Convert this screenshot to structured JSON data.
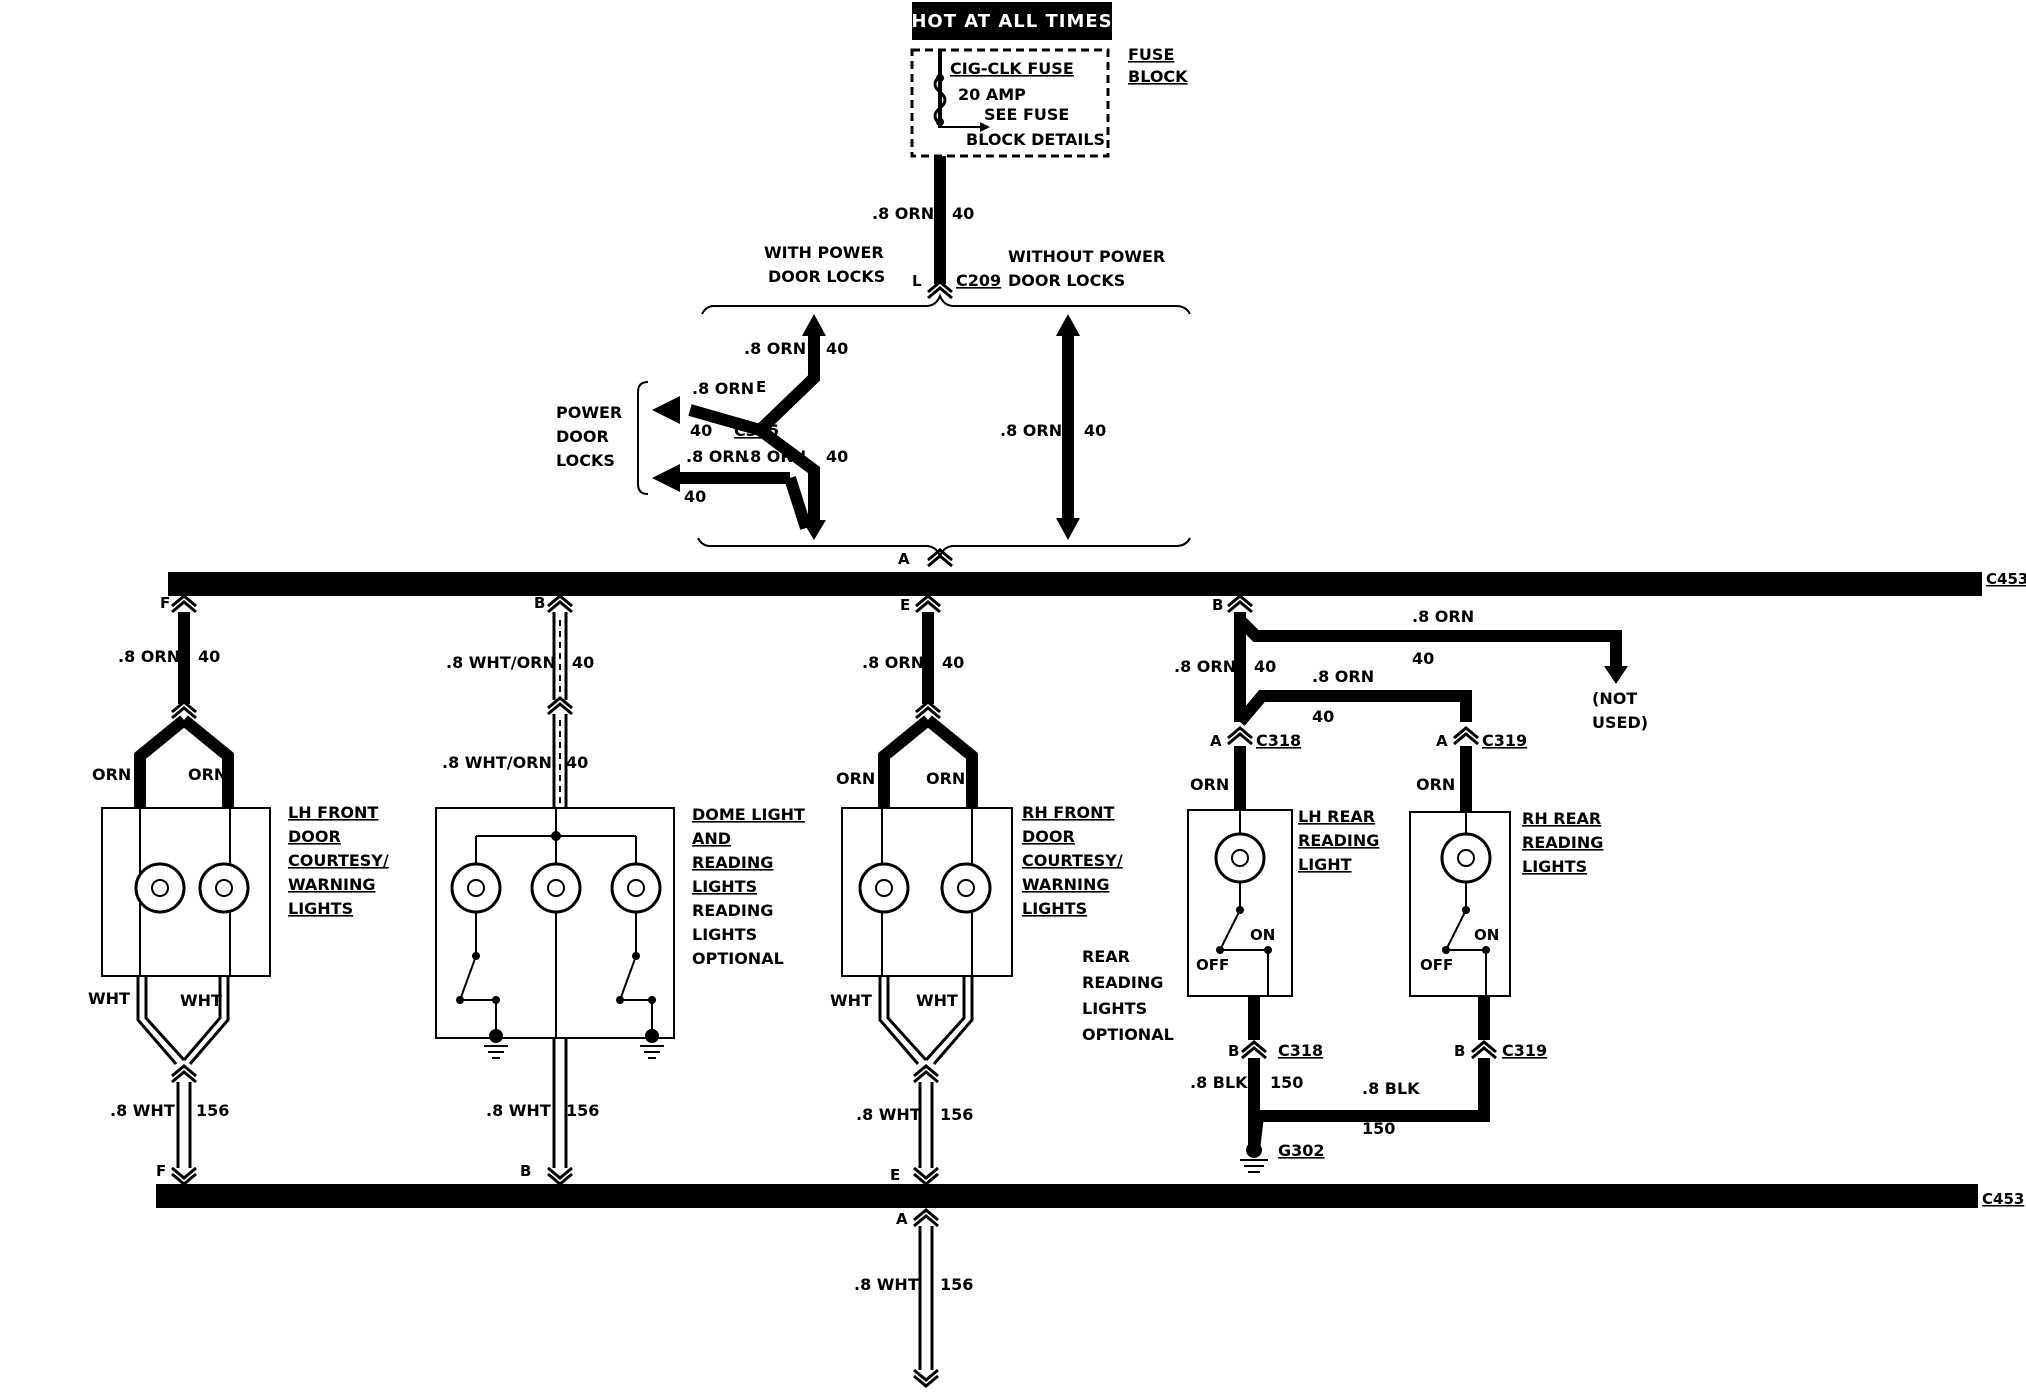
{
  "header": {
    "hot_label": "HOT AT ALL TIMES"
  },
  "fuse": {
    "name": "CIG-CLK FUSE",
    "rating": "20 AMP",
    "note_1": "SEE FUSE",
    "note_2": "BLOCK DETAILS",
    "block_1": "FUSE",
    "block_2": "BLOCK"
  },
  "feed": {
    "gauge": ".8 ORN",
    "circuit": "40",
    "connector": "C209",
    "pin": "L",
    "with_1": "WITH POWER",
    "with_2": "DOOR LOCKS",
    "without_1": "WITHOUT POWER",
    "without_2": "DOOR LOCKS"
  },
  "power_locks": {
    "title_1": "POWER",
    "title_2": "DOOR",
    "title_3": "LOCKS",
    "connector": "C365",
    "pin": "E",
    "gauge": ".8 ORN",
    "circuit": "40"
  },
  "bus": {
    "name": "C453",
    "pin_a": "A"
  },
  "pins": {
    "f": "F",
    "b": "B",
    "e": "E",
    "a": "A"
  },
  "wires": {
    "orn": "ORN",
    "wht": "WHT",
    "orn_gauge": ".8 ORN",
    "wht_gauge": ".8 WHT",
    "wht_orn_gauge": ".8 WHT/ORN",
    "blk_gauge": ".8 BLK",
    "c40": "40",
    "c156": "156",
    "c150": "150"
  },
  "lh_front": [
    "LH FRONT",
    "DOOR",
    "COURTESY/",
    "WARNING",
    "LIGHTS"
  ],
  "dome": [
    "DOME LIGHT",
    "AND",
    "READING",
    "LIGHTS"
  ],
  "dome_opt": [
    "READING",
    "LIGHTS",
    "OPTIONAL"
  ],
  "rh_front": [
    "RH FRONT",
    "DOOR",
    "COURTESY/",
    "WARNING",
    "LIGHTS"
  ],
  "rear_opt": [
    "REAR",
    "READING",
    "LIGHTS",
    "OPTIONAL"
  ],
  "lh_rear": [
    "LH REAR",
    "READING",
    "LIGHT"
  ],
  "rh_rear": [
    "RH REAR",
    "READING",
    "LIGHTS"
  ],
  "rear": {
    "c318": "C318",
    "c319": "C319",
    "ground": "G302",
    "not_used_1": "(NOT",
    "not_used_2": "USED)",
    "on": "ON",
    "off": "OFF"
  }
}
